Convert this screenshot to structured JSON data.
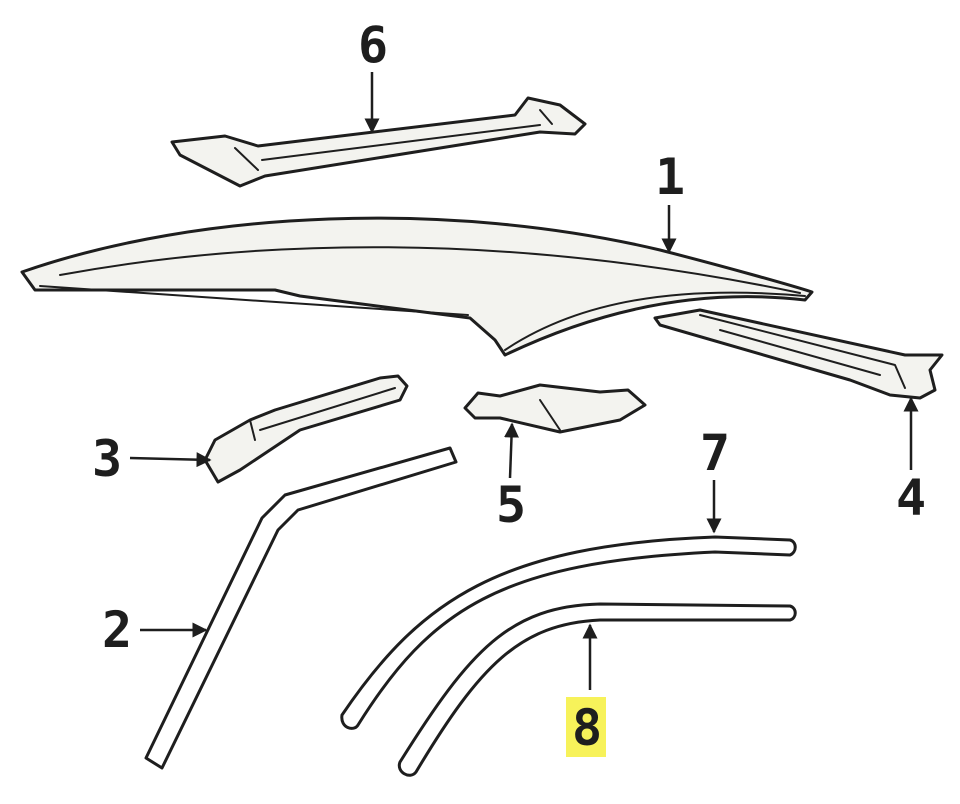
{
  "callouts": [
    {
      "id": "1",
      "text": "1"
    },
    {
      "id": "2",
      "text": "2"
    },
    {
      "id": "3",
      "text": "3"
    },
    {
      "id": "4",
      "text": "4"
    },
    {
      "id": "5",
      "text": "5"
    },
    {
      "id": "6",
      "text": "6"
    },
    {
      "id": "7",
      "text": "7"
    },
    {
      "id": "8",
      "text": "8",
      "highlighted": true
    }
  ],
  "colors": {
    "line": "#1e1e1e",
    "highlight": "#f7f25a",
    "background": "#ffffff"
  }
}
